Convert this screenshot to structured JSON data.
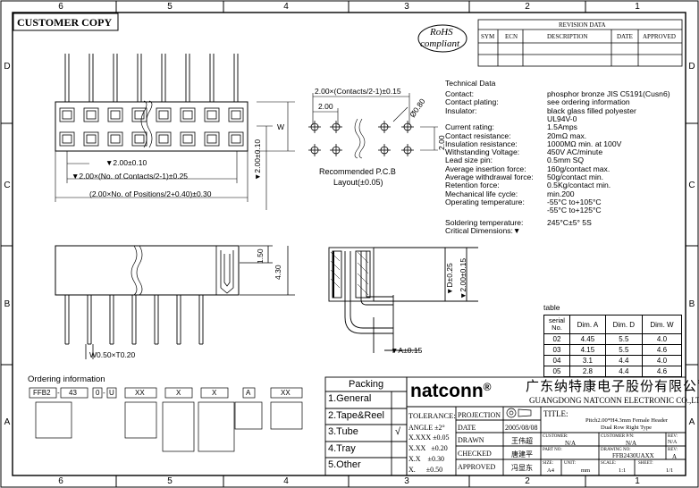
{
  "header_title": "CUSTOMER COPY",
  "rohs_line1": "RoHS",
  "rohs_line2": "compliant",
  "zone_columns": [
    "6",
    "5",
    "4",
    "3",
    "2",
    "1"
  ],
  "zone_rows": [
    "D",
    "C",
    "B",
    "A"
  ],
  "revision": {
    "title": "REVISION DATA",
    "headers": [
      "SYM",
      "ECN",
      "DESCRIPTION",
      "DATE",
      "APPROVED"
    ]
  },
  "dims": {
    "pitch": "2.00",
    "row_pitch": "▼2.00±0.10",
    "contacts": "▼2.00×(No. of Contacts/2-1)±0.25",
    "positions": "(2.00×No. of Positions/2+0.40)±0.30",
    "width_label": "W",
    "height_010": "▼2.00±0.10",
    "pcb_top": "2.00×(Contacts/2-1)±0.15",
    "pcb_200": "2.00",
    "pcb_hole": "Ø0.80",
    "pcb_side": "2.00",
    "side_150": "1.50",
    "side_430": "4.30",
    "pin_size": "W0.50×T0.20",
    "d_tol": "▼D±0.25",
    "right_200": "▼2.00±0.15",
    "a_tol": "▼A±0.15"
  },
  "pcb_caption_1": "Recommended P.C.B",
  "pcb_caption_2": "Layout(±0.05)",
  "specs": {
    "title": "Technical Data",
    "rows": [
      {
        "label": "Contact:",
        "value": "phosphor bronze JIS C5191(Cusn6)"
      },
      {
        "label": "Contact plating:",
        "value": "see ordering information"
      },
      {
        "label": "Insulator:",
        "value": "black glass filled polyester"
      },
      {
        "label": "",
        "value": "UL94V-0"
      },
      {
        "label": "Current rating:",
        "value": "1.5Amps"
      },
      {
        "label": "Contact resistance:",
        "value": "20mΩ max."
      },
      {
        "label": "Insulation resistance:",
        "value": "1000MΩ min. at 100V"
      },
      {
        "label": "Withstanding Voltage:",
        "value": "450V AC/minute"
      },
      {
        "label": "Lead size pin:",
        "value": "0.5mm SQ"
      },
      {
        "label": "Average insertion force:",
        "value": "160g/contact max."
      },
      {
        "label": "Average withdrawal force:",
        "value": "50g/contact min."
      },
      {
        "label": "Retention force:",
        "value": "0.5Kg/contact min."
      },
      {
        "label": "Mechanical life cycle:",
        "value": "min.200"
      },
      {
        "label": "Operating temperature:",
        "value": "-55°C to+105°C"
      },
      {
        "label": "",
        "value": "-55°C to+125°C"
      },
      {
        "label": "Soldering temperature:",
        "value": "245°C±5° 5S"
      },
      {
        "label": "Critical Dimensions:▼",
        "value": ""
      }
    ]
  },
  "dim_table": {
    "title": "table",
    "headers": [
      "serial No.",
      "Dim. A",
      "Dim. D",
      "Dim. W"
    ],
    "rows": [
      [
        "02",
        "4.45",
        "5.5",
        "4.0"
      ],
      [
        "03",
        "4.15",
        "5.5",
        "4.6"
      ],
      [
        "04",
        "3.1",
        "4.4",
        "4.0"
      ],
      [
        "05",
        "2.8",
        "4.4",
        "4.6"
      ]
    ]
  },
  "ordering": {
    "title": "Ordering information",
    "code": [
      "FFB2",
      "43",
      "0",
      "U",
      "XX",
      "X",
      "X",
      "A",
      "XX"
    ],
    "dashes": [
      "-",
      "-"
    ]
  },
  "packing": {
    "title": "Packing",
    "items": [
      {
        "label": "1.General",
        "mark": ""
      },
      {
        "label": "2.Tape&Reel",
        "mark": ""
      },
      {
        "label": "3.Tube",
        "mark": "√"
      },
      {
        "label": "4.Tray",
        "mark": ""
      },
      {
        "label": "5.Other",
        "mark": ""
      }
    ]
  },
  "company": {
    "brand": "natconn",
    "reg": "®",
    "cn_name": "广东纳特康电子股份有限公司",
    "en_name": "GUANGDONG NATCONN ELECTRONIC CO.,LTD"
  },
  "title_block": {
    "tolerance": "TOLERANCE:",
    "angle": "ANGLE ±2°",
    "xxxx": "X.XXX  ±0.05",
    "xxx": "X.XX   ±0.20",
    "xx": "X.X    ±0.30",
    "x": "X.      ±0.50",
    "projection": "PROJECTION",
    "date_label": "DATE",
    "date": "2005/08/08",
    "drawn_label": "DRAWN",
    "drawn": "王伟超",
    "checked_label": "CHECKED",
    "checked": "唐建平",
    "approved_label": "APPROVED",
    "approved": "冯显东",
    "title_label": "TITLE:",
    "title_1": "Pitch2.00*H4.3mm Female Header",
    "title_2": "Dual Row Right Type",
    "customer_label": "CUSTOMER:",
    "customer": "N/A",
    "cust_pn_label": "CUSTOMER P/N:",
    "cust_pn": "N/A",
    "rev1_label": "REV:",
    "rev1": "N/A",
    "part_label": "PART NO:",
    "drawing_label": "DRAWING NO:",
    "drawing": "FFB2430UAXX",
    "rev2_label": "REV:",
    "rev2": "A",
    "size_label": "SIZE:",
    "size": "A4",
    "unit_label": "UNIT:",
    "unit": "mm",
    "scale_label": "SCALE:",
    "scale": "1:1",
    "sheet_label": "SHEET:",
    "sheet": "1/1"
  }
}
